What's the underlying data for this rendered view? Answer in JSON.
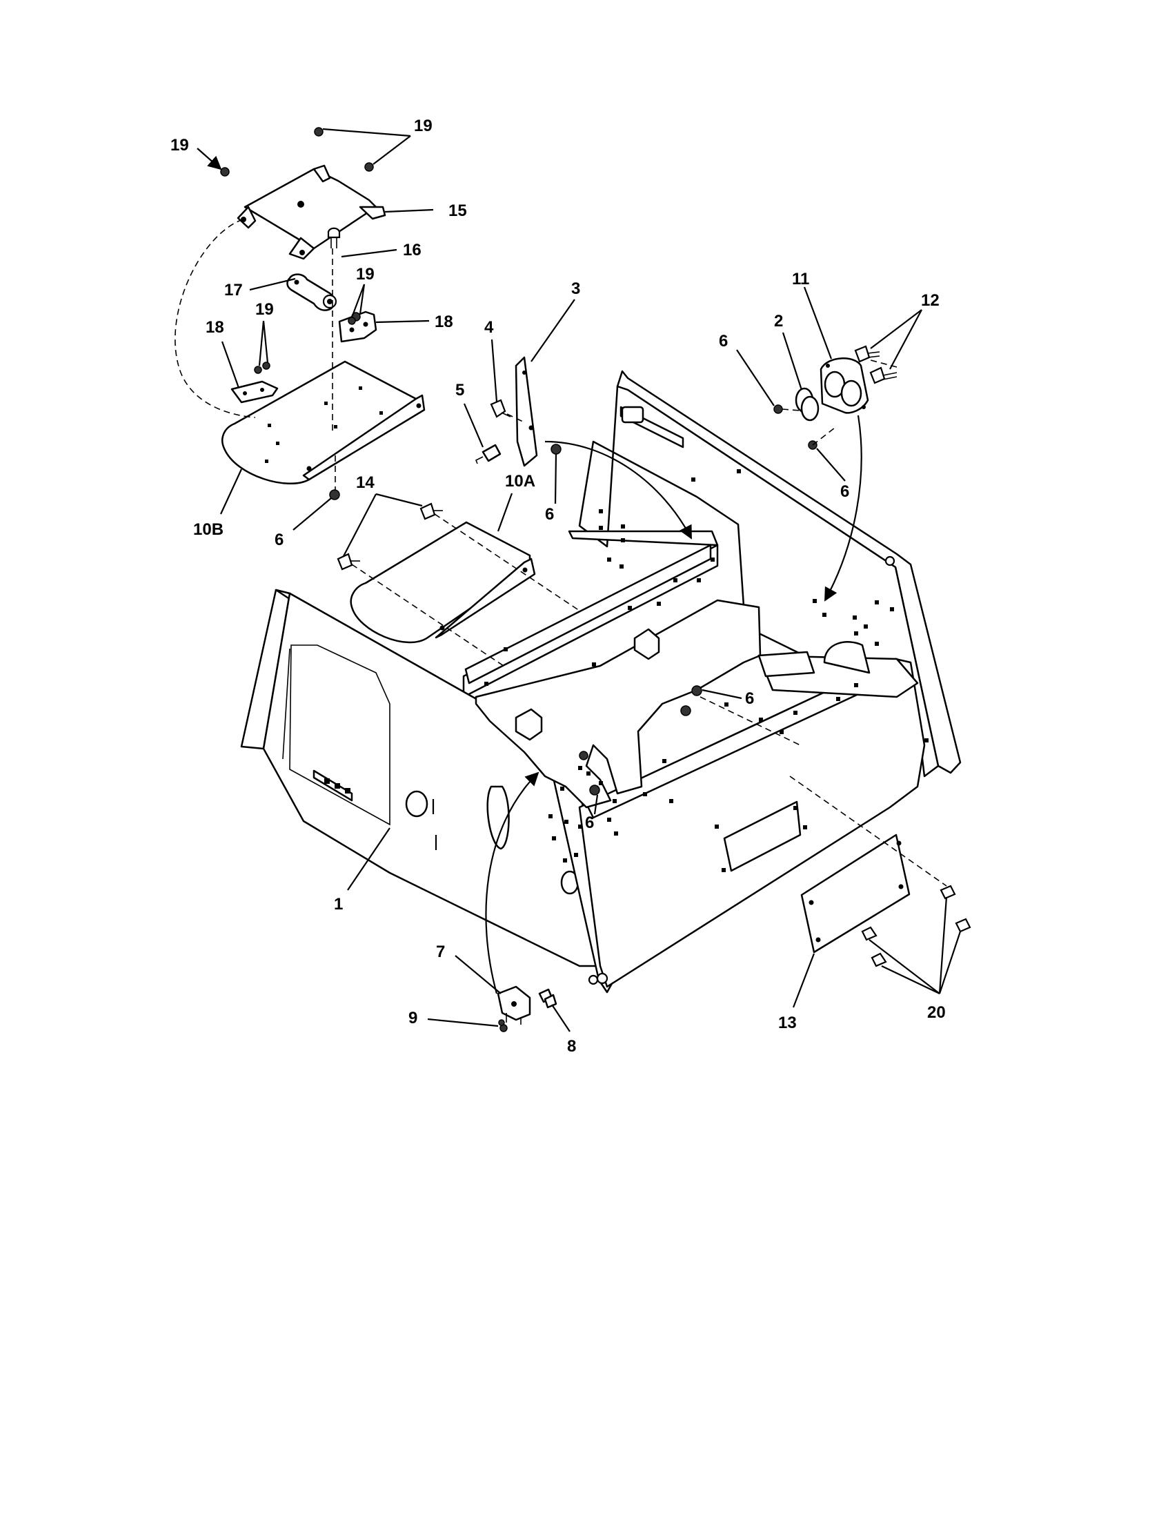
{
  "callouts": {
    "c1": "1",
    "c2": "2",
    "c3": "3",
    "c4": "4",
    "c5": "5",
    "c6a": "6",
    "c6b": "6",
    "c6c": "6",
    "c6d": "6",
    "c6e": "6",
    "c6f": "6",
    "c7": "7",
    "c8": "8",
    "c9": "9",
    "c10a": "10A",
    "c10b": "10B",
    "c11": "11",
    "c12": "12",
    "c13": "13",
    "c14": "14",
    "c15": "15",
    "c16": "16",
    "c17": "17",
    "c18a": "18",
    "c18b": "18",
    "c19a": "19",
    "c19b": "19",
    "c19c": "19",
    "c19d": "19",
    "c20": "20"
  }
}
